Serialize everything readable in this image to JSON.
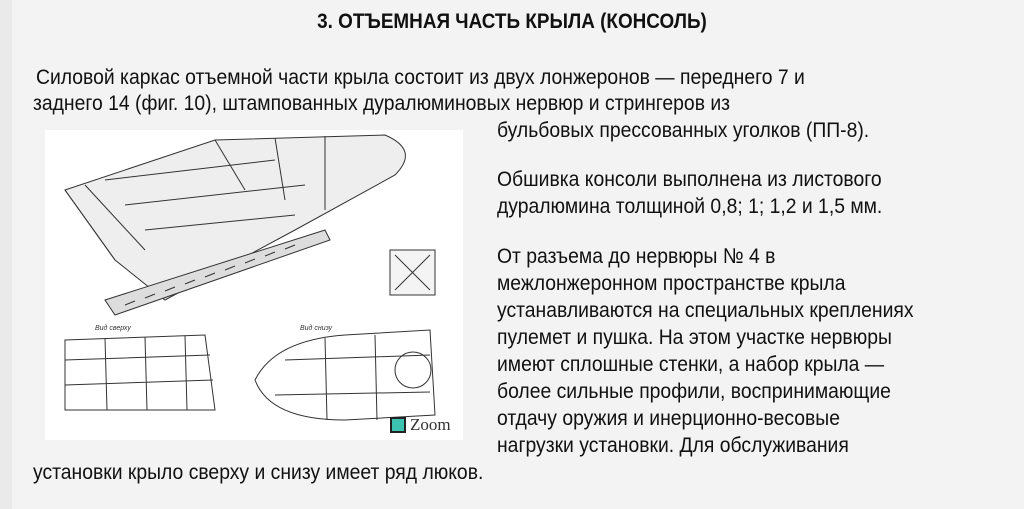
{
  "title": "3. ОТЪЕМНАЯ ЧАСТЬ КРЫЛА (КОНСОЛЬ)",
  "lines": [
    " Силовой каркас отъемной части крыла состоит из двух лонжеронов — переднего 7 и",
    "заднего 14 (фиг. 10), штампованных дуралюминовых нервюр и стрингеров из",
    "бульбовых прессованных уголков (ПП-8).",
    " Обшивка консоли выполнена из листового",
    "дуралюмина толщиной 0,8; 1; 1,2 и 1,5 мм.",
    " От разъема до нервюры № 4 в",
    "межлонжеронном пространстве крыла",
    "устанавливаются на специальных креплениях",
    "пулемет и пушка. На этом участке нервюры",
    "имеют сплошные стенки, а набор крыла —",
    "более сильные профили, воспринимающие",
    "отдачу оружия и инерционно-весовые",
    "нагрузки установки. Для обслуживания",
    "установки крыло сверху и снизу имеет ряд люков."
  ],
  "figure": {
    "zoom_label": "Zoom",
    "caption_top": "Вид сверху",
    "caption_mid": "Вид снизу"
  }
}
